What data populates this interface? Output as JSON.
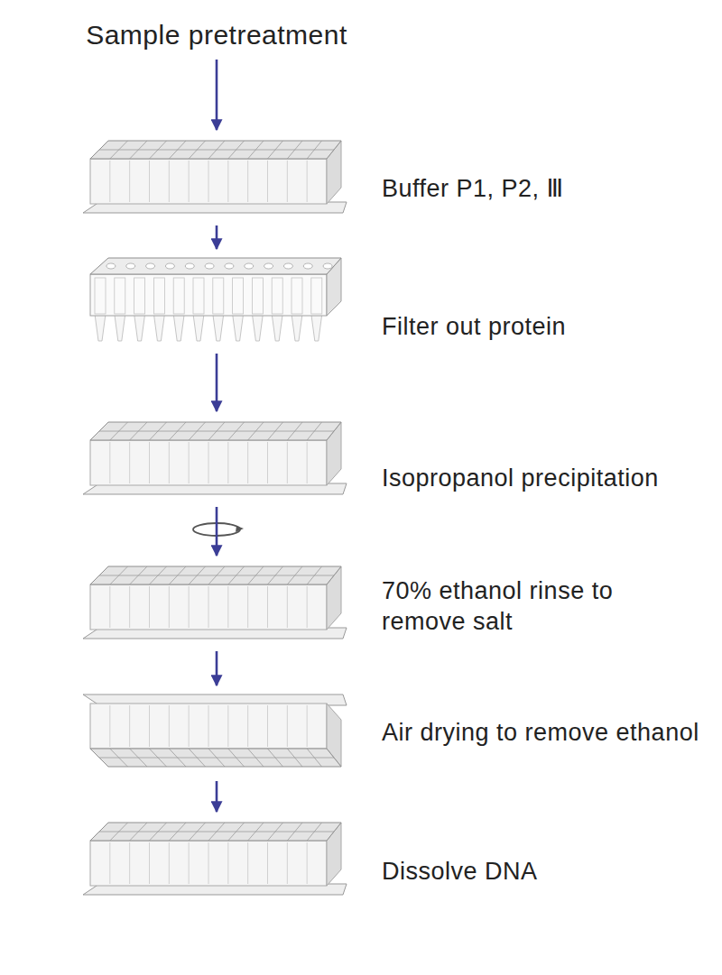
{
  "diagram": {
    "nodes": [
      {
        "text": [
          "Sample pretreatment"
        ]
      },
      {
        "text": [
          "Buffer P1, P2, Ⅲ"
        ]
      },
      {
        "text": [
          "Filter out protein"
        ]
      },
      {
        "text": [
          "Isopropanol precipitation"
        ]
      },
      {
        "text": [
          "70% ethanol rinse to remove salt"
        ]
      },
      {
        "text": [
          "Air drying to remove ethanol"
        ]
      },
      {
        "text": [
          "Dissolve DNA"
        ]
      }
    ],
    "edges": [
      {
        "from": 0,
        "to": 1,
        "arrow": "to"
      },
      {
        "from": 1,
        "to": 2,
        "arrow": "to"
      },
      {
        "from": 2,
        "to": 3,
        "arrow": "to"
      },
      {
        "from": 3,
        "to": 4,
        "arrow": "to"
      },
      {
        "from": 4,
        "to": 5,
        "arrow": "to"
      },
      {
        "from": 5,
        "to": 6,
        "arrow": "to"
      }
    ]
  }
}
